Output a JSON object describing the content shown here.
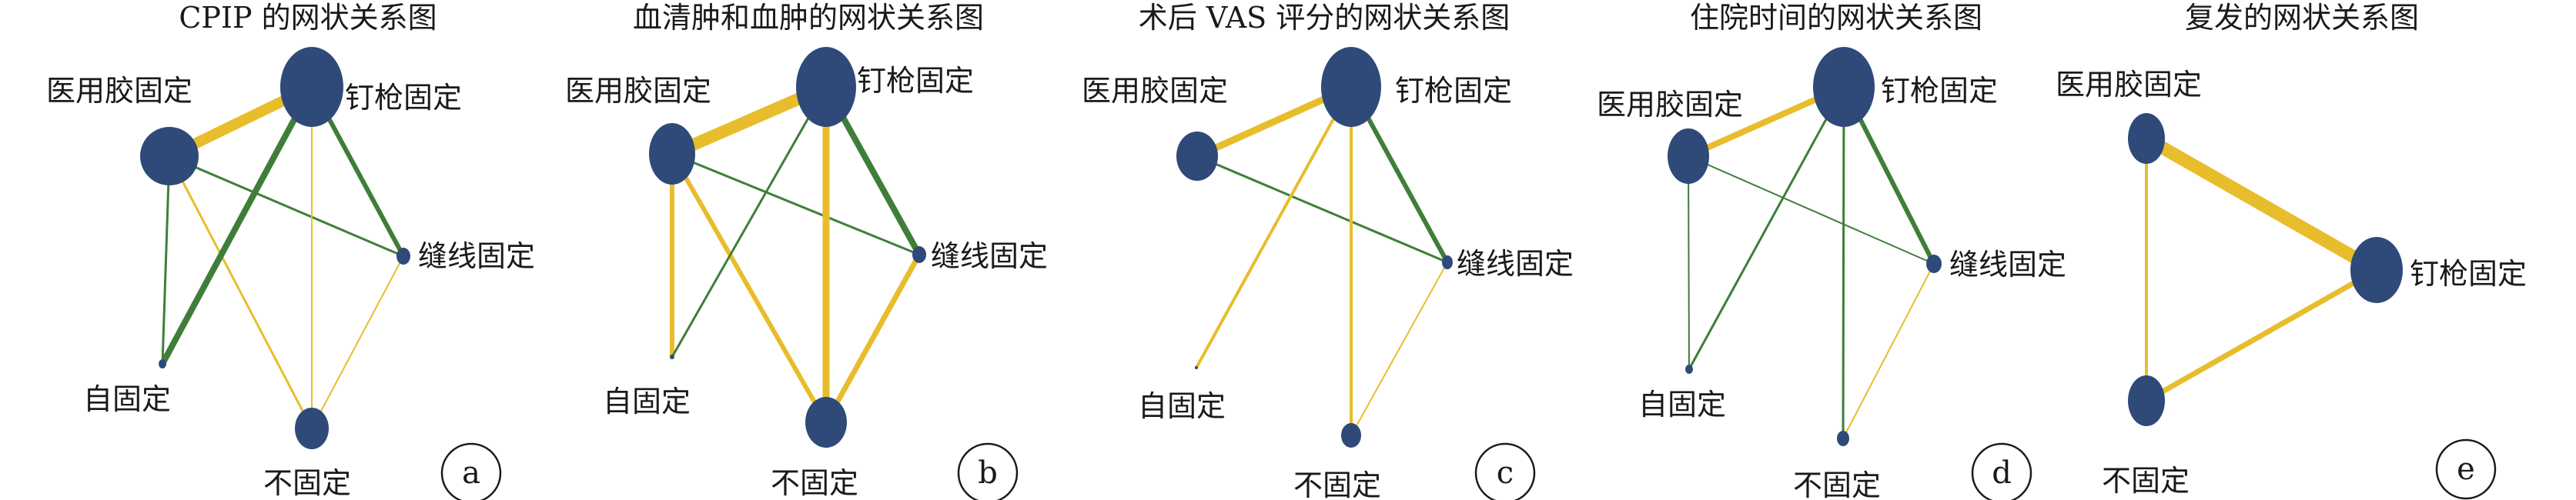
{
  "colors": {
    "node": "#2f4a78",
    "direct_yellow": "#e8bd2c",
    "direct_green": "#3f7e39"
  },
  "figure": {
    "panels": [
      {
        "id": "a",
        "title": "CPIP 的网状关系图",
        "letter": "a",
        "nodes": [
          {
            "id": "glue",
            "label": "医用胶固定"
          },
          {
            "id": "staple",
            "label": "钉枪固定"
          },
          {
            "id": "suture",
            "label": "缝线固定"
          },
          {
            "id": "self",
            "label": "自固定"
          },
          {
            "id": "none",
            "label": "不固定"
          }
        ],
        "edges": [
          {
            "from": "glue",
            "to": "staple",
            "color": "direct_yellow"
          },
          {
            "from": "glue",
            "to": "suture",
            "color": "direct_green"
          },
          {
            "from": "glue",
            "to": "self",
            "color": "direct_green"
          },
          {
            "from": "glue",
            "to": "none",
            "color": "direct_yellow"
          },
          {
            "from": "staple",
            "to": "suture",
            "color": "direct_green"
          },
          {
            "from": "staple",
            "to": "self",
            "color": "direct_green"
          },
          {
            "from": "staple",
            "to": "none",
            "color": "direct_yellow"
          },
          {
            "from": "suture",
            "to": "none",
            "color": "direct_yellow"
          }
        ]
      },
      {
        "id": "b",
        "title": "血清肿和血肿的网状关系图",
        "letter": "b",
        "nodes": [
          {
            "id": "glue",
            "label": "医用胶固定"
          },
          {
            "id": "staple",
            "label": "钉枪固定"
          },
          {
            "id": "suture",
            "label": "缝线固定"
          },
          {
            "id": "self",
            "label": "自固定"
          },
          {
            "id": "none",
            "label": "不固定"
          }
        ],
        "edges": [
          {
            "from": "glue",
            "to": "staple",
            "color": "direct_yellow"
          },
          {
            "from": "glue",
            "to": "suture",
            "color": "direct_green"
          },
          {
            "from": "glue",
            "to": "self",
            "color": "direct_yellow"
          },
          {
            "from": "glue",
            "to": "none",
            "color": "direct_yellow"
          },
          {
            "from": "staple",
            "to": "suture",
            "color": "direct_green"
          },
          {
            "from": "staple",
            "to": "self",
            "color": "direct_green"
          },
          {
            "from": "staple",
            "to": "none",
            "color": "direct_yellow"
          },
          {
            "from": "suture",
            "to": "none",
            "color": "direct_yellow"
          }
        ]
      },
      {
        "id": "c",
        "title": "术后 VAS 评分的网状关系图",
        "letter": "c",
        "nodes": [
          {
            "id": "glue",
            "label": "医用胶固定"
          },
          {
            "id": "staple",
            "label": "钉枪固定"
          },
          {
            "id": "suture",
            "label": "缝线固定"
          },
          {
            "id": "self",
            "label": "自固定"
          },
          {
            "id": "none",
            "label": "不固定"
          }
        ],
        "edges": [
          {
            "from": "glue",
            "to": "staple",
            "color": "direct_yellow"
          },
          {
            "from": "glue",
            "to": "suture",
            "color": "direct_green"
          },
          {
            "from": "staple",
            "to": "suture",
            "color": "direct_green"
          },
          {
            "from": "staple",
            "to": "self",
            "color": "direct_yellow"
          },
          {
            "from": "staple",
            "to": "none",
            "color": "direct_yellow"
          },
          {
            "from": "suture",
            "to": "none",
            "color": "direct_yellow"
          }
        ]
      },
      {
        "id": "d",
        "title": "住院时间的网状关系图",
        "letter": "d",
        "nodes": [
          {
            "id": "glue",
            "label": "医用胶固定"
          },
          {
            "id": "staple",
            "label": "钉枪固定"
          },
          {
            "id": "suture",
            "label": "缝线固定"
          },
          {
            "id": "self",
            "label": "自固定"
          },
          {
            "id": "none",
            "label": "不固定"
          }
        ],
        "edges": [
          {
            "from": "glue",
            "to": "staple",
            "color": "direct_yellow"
          },
          {
            "from": "glue",
            "to": "suture",
            "color": "direct_green"
          },
          {
            "from": "glue",
            "to": "self",
            "color": "direct_green"
          },
          {
            "from": "staple",
            "to": "suture",
            "color": "direct_green"
          },
          {
            "from": "staple",
            "to": "self",
            "color": "direct_green"
          },
          {
            "from": "staple",
            "to": "none",
            "color": "direct_green"
          },
          {
            "from": "suture",
            "to": "none",
            "color": "direct_yellow"
          }
        ]
      },
      {
        "id": "e",
        "title": "复发的网状关系图",
        "letter": "e",
        "nodes": [
          {
            "id": "glue",
            "label": "医用胶固定"
          },
          {
            "id": "staple",
            "label": "钉枪固定"
          },
          {
            "id": "none",
            "label": "不固定"
          }
        ],
        "edges": [
          {
            "from": "glue",
            "to": "staple",
            "color": "direct_yellow"
          },
          {
            "from": "glue",
            "to": "none",
            "color": "direct_yellow"
          },
          {
            "from": "staple",
            "to": "none",
            "color": "direct_yellow"
          }
        ]
      }
    ]
  }
}
